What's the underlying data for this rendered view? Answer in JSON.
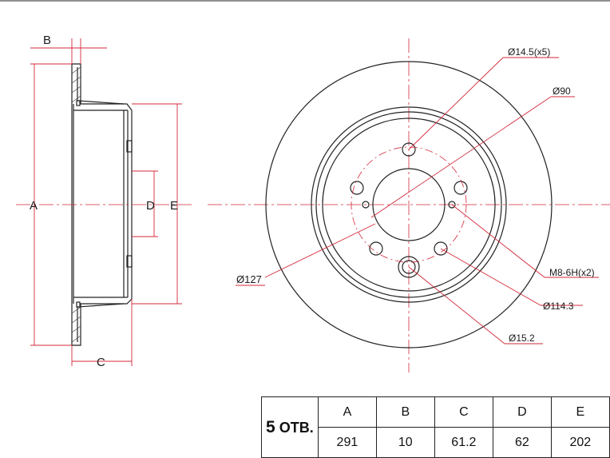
{
  "labels": {
    "a": "A",
    "b": "B",
    "c": "C",
    "d": "D",
    "e": "E",
    "bolt_hole": "Ø14.5(x5)",
    "hub_bore": "Ø90",
    "outer": "Ø127",
    "thread": "M8-6H(x2)",
    "pcd": "Ø114.3",
    "center": "Ø15.2"
  },
  "table": {
    "holes_number": "5",
    "holes_unit": "ОТВ.",
    "headers": [
      "A",
      "B",
      "C",
      "D",
      "E"
    ],
    "values": [
      "291",
      "10",
      "61.2",
      "62",
      "202"
    ]
  },
  "colors": {
    "line": "#222222",
    "dimension": "#d32a3a"
  }
}
